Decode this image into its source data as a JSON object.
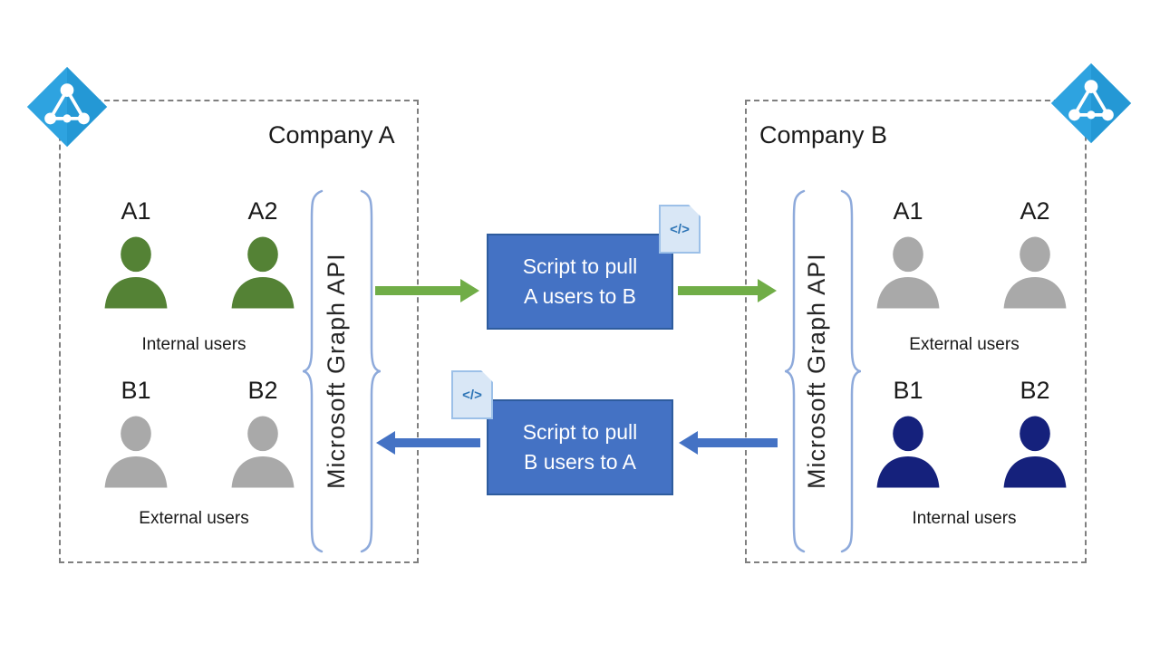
{
  "company_a": {
    "title": "Company A",
    "graph_api_label": "Microsoft Graph API",
    "top_group": {
      "labels": [
        "A1",
        "A2"
      ],
      "caption": "Internal users"
    },
    "bottom_group": {
      "labels": [
        "B1",
        "B2"
      ],
      "caption": "External users"
    }
  },
  "company_b": {
    "title": "Company B",
    "graph_api_label": "Microsoft Graph API",
    "top_group": {
      "labels": [
        "A1",
        "A2"
      ],
      "caption": "External users"
    },
    "bottom_group": {
      "labels": [
        "B1",
        "B2"
      ],
      "caption": "Internal users"
    }
  },
  "script_top": {
    "line1": "Script to pull",
    "line2": "A users to B"
  },
  "script_bottom": {
    "line1": "Script to pull",
    "line2": "B users to A"
  },
  "code_icon_text": "</>",
  "colors": {
    "internal_a_green": "#548235",
    "external_gray": "#a9a9a9",
    "internal_b_navy": "#15217c",
    "arrow_green": "#70ad47",
    "arrow_blue": "#4472c4",
    "script_box_blue": "#4472c4",
    "azure_blue": "#2ea3e0",
    "brace_blue": "#8eaadb"
  }
}
